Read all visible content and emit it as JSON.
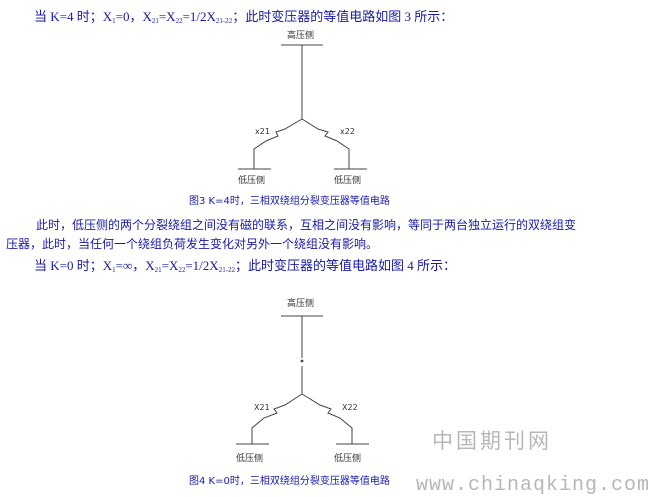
{
  "lines": {
    "k4_intro": {
      "a": "当 K=4 时；X",
      "sub1": "1",
      "b": "=0，X",
      "sub2": "21",
      "c": "=X",
      "sub3": "22",
      "d": "=1/2X",
      "sub4": "21-22",
      "e": "；此时变压器的等值电路如图 3 所示："
    },
    "para1": "此时，低压侧的两个分裂绕组之间没有磁的联系，互相之间没有影响，等同于两台独立运行的双绕组变",
    "para2": "压器，此时，当任何一个绕组负荷发生变化对另外一个绕组没有影响。",
    "k0_intro": {
      "a": "当 K=0 时；X",
      "sub1": "1",
      "b": "=∞，X",
      "sub2": "21",
      "c": "=X",
      "sub3": "22",
      "d": "=1/2X",
      "sub4": "21-22",
      "e": "；此时变压器的等值电路如图 4 所示："
    }
  },
  "fig3": {
    "high_side": "高压侧",
    "x21": "x21",
    "x22": "x22",
    "low_left": "低压侧",
    "low_right": "低压侧",
    "caption": "图3 K=4时，三相双绕组分裂变压器等值电路"
  },
  "fig4": {
    "high_side": "高压侧",
    "x21": "X21",
    "x22": "X22",
    "low_left": "低压侧",
    "low_right": "低压侧",
    "caption": "图4 K=0时，三相双绕组分裂变压器等值电路"
  },
  "watermark": {
    "cn": "中国期刊网",
    "url": "www.chinaqking.com"
  },
  "colors": {
    "text": "#1a1aa6",
    "diagram": "#444444",
    "watermark": "#b7b7b7"
  }
}
